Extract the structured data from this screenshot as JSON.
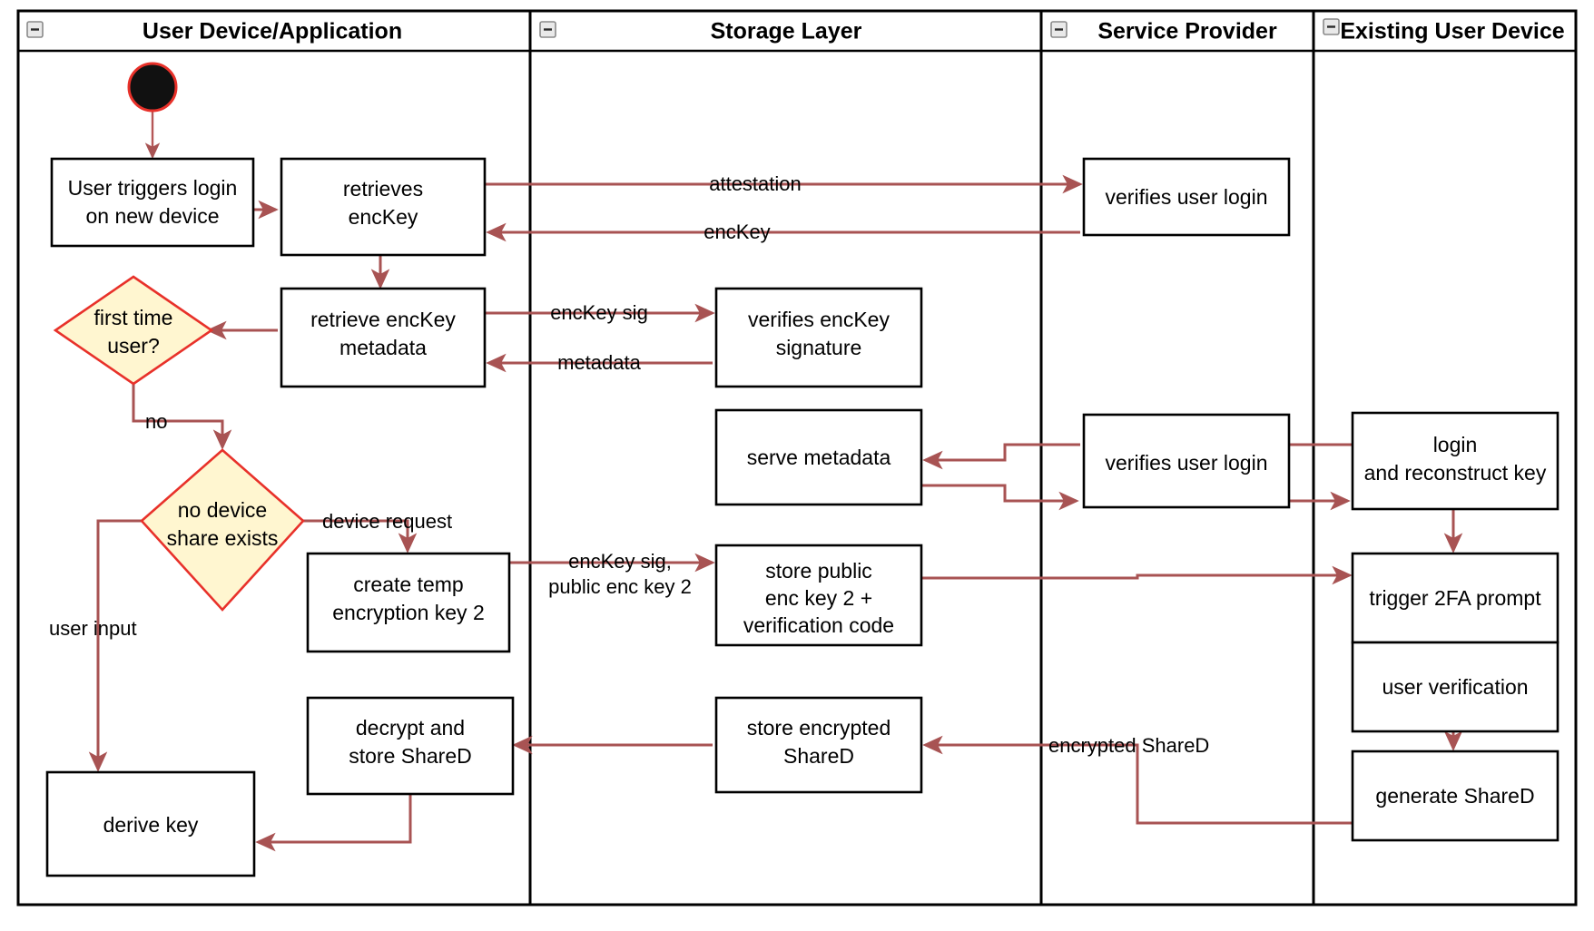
{
  "diagram": {
    "type": "uml-activity-swimlane",
    "title": "Login on new device key reconstruction flow",
    "colors": {
      "flow_arrow": "#a85353",
      "decision_fill": "#fff6d0",
      "decision_stroke": "#e8312a",
      "node_stroke": "#000000",
      "lane_stroke": "#000000",
      "background": "#ffffff",
      "start_node_fill": "#111111"
    },
    "lanes": [
      {
        "id": "lane-user-device",
        "label": "User Device/Application",
        "collapse_icon": "minus-collapse-icon"
      },
      {
        "id": "lane-storage",
        "label": "Storage Layer",
        "collapse_icon": "minus-collapse-icon"
      },
      {
        "id": "lane-service-provider",
        "label": "Service Provider",
        "collapse_icon": "minus-collapse-icon"
      },
      {
        "id": "lane-existing-device",
        "label": "Existing User Device",
        "collapse_icon": "minus-collapse-icon"
      }
    ],
    "start_node": {
      "id": "start",
      "shape": "initial-node",
      "lane": "lane-user-device"
    },
    "nodes": [
      {
        "id": "n-user-triggers-login",
        "lane": "lane-user-device",
        "shape": "action",
        "lines": [
          "User triggers login",
          "on new device"
        ]
      },
      {
        "id": "n-retrieves-enckey",
        "lane": "lane-user-device",
        "shape": "action",
        "lines": [
          "retrieves",
          "encKey"
        ]
      },
      {
        "id": "n-retrieve-enckey-metadata",
        "lane": "lane-user-device",
        "shape": "action",
        "lines": [
          "retrieve encKey",
          "metadata"
        ]
      },
      {
        "id": "n-first-time-user",
        "lane": "lane-user-device",
        "shape": "decision",
        "lines": [
          "first time",
          "user?"
        ]
      },
      {
        "id": "n-no-device-share-exists",
        "lane": "lane-user-device",
        "shape": "decision",
        "lines": [
          "no device",
          "share exists"
        ]
      },
      {
        "id": "n-create-temp-encryption-key-2",
        "lane": "lane-user-device",
        "shape": "action",
        "lines": [
          "create temp",
          "encryption key 2"
        ]
      },
      {
        "id": "n-decrypt-and-store-shared",
        "lane": "lane-user-device",
        "shape": "action",
        "lines": [
          "decrypt and",
          "store ShareD"
        ]
      },
      {
        "id": "n-derive-key",
        "lane": "lane-user-device",
        "shape": "action",
        "lines": [
          "derive key"
        ]
      },
      {
        "id": "n-verifies-enckey-signature",
        "lane": "lane-storage",
        "shape": "action",
        "lines": [
          "verifies encKey",
          "signature"
        ]
      },
      {
        "id": "n-serve-metadata",
        "lane": "lane-storage",
        "shape": "action",
        "lines": [
          "serve metadata"
        ]
      },
      {
        "id": "n-store-public-enc-key-2",
        "lane": "lane-storage",
        "shape": "action",
        "lines": [
          "store public",
          "enc key 2 +",
          "verification code"
        ]
      },
      {
        "id": "n-store-encrypted-shared",
        "lane": "lane-storage",
        "shape": "action",
        "lines": [
          "store encrypted",
          "ShareD"
        ]
      },
      {
        "id": "n-verifies-user-login-top",
        "lane": "lane-service-provider",
        "shape": "action",
        "lines": [
          "verifies user login"
        ]
      },
      {
        "id": "n-verifies-user-login-mid",
        "lane": "lane-service-provider",
        "shape": "action",
        "lines": [
          "verifies user login"
        ]
      },
      {
        "id": "n-login-and-reconstruct-key",
        "lane": "lane-existing-device",
        "shape": "action",
        "lines": [
          "login",
          "and reconstruct key"
        ]
      },
      {
        "id": "n-trigger-2fa-prompt",
        "lane": "lane-existing-device",
        "shape": "action",
        "lines": [
          "trigger 2FA prompt"
        ]
      },
      {
        "id": "n-user-verification",
        "lane": "lane-existing-device",
        "shape": "action",
        "lines": [
          "user verification"
        ]
      },
      {
        "id": "n-generate-shared",
        "lane": "lane-existing-device",
        "shape": "action",
        "lines": [
          "generate ShareD"
        ]
      }
    ],
    "edges": [
      {
        "id": "e-start-to-login",
        "from": "start",
        "to": "n-user-triggers-login",
        "label": ""
      },
      {
        "id": "e-login-to-retrieves",
        "from": "n-user-triggers-login",
        "to": "n-retrieves-enckey",
        "label": ""
      },
      {
        "id": "e-attestation",
        "from": "n-retrieves-enckey",
        "to": "n-verifies-user-login-top",
        "label": "attestation"
      },
      {
        "id": "e-enckey-back",
        "from": "n-verifies-user-login-top",
        "to": "n-retrieves-enckey",
        "label": "encKey"
      },
      {
        "id": "e-retrieves-to-metadata",
        "from": "n-retrieves-enckey",
        "to": "n-retrieve-enckey-metadata",
        "label": ""
      },
      {
        "id": "e-enckey-sig",
        "from": "n-retrieve-enckey-metadata",
        "to": "n-verifies-enckey-signature",
        "label": "encKey sig"
      },
      {
        "id": "e-metadata-back",
        "from": "n-verifies-enckey-signature",
        "to": "n-retrieve-enckey-metadata",
        "label": "metadata"
      },
      {
        "id": "e-metadata-to-firsttime",
        "from": "n-retrieve-enckey-metadata",
        "to": "n-first-time-user",
        "label": ""
      },
      {
        "id": "e-no-branch",
        "from": "n-first-time-user",
        "to": "n-no-device-share-exists",
        "label": "no"
      },
      {
        "id": "e-device-request",
        "from": "n-no-device-share-exists",
        "to": "n-create-temp-encryption-key-2",
        "label": "device request"
      },
      {
        "id": "e-user-input",
        "from": "n-no-device-share-exists",
        "to": "n-derive-key",
        "label": "user input"
      },
      {
        "id": "e-enckey-sig-public-enc-key-2",
        "from": "n-create-temp-encryption-key-2",
        "to": "n-store-public-enc-key-2",
        "label": "encKey sig,\npublic enc key 2",
        "label_lines": [
          "encKey sig,",
          "public enc key 2"
        ]
      },
      {
        "id": "e-store-public-to-trigger-2fa",
        "from": "n-store-public-enc-key-2",
        "to": "n-trigger-2fa-prompt",
        "label": ""
      },
      {
        "id": "e-existing-login-to-sp",
        "from": "n-login-and-reconstruct-key",
        "to": "n-verifies-user-login-mid",
        "label": ""
      },
      {
        "id": "e-sp-to-serve-metadata",
        "from": "n-verifies-user-login-mid",
        "to": "n-serve-metadata",
        "label": ""
      },
      {
        "id": "e-serve-metadata-to-sp",
        "from": "n-serve-metadata",
        "to": "n-verifies-user-login-mid",
        "label": ""
      },
      {
        "id": "e-sp-to-existing-login",
        "from": "n-verifies-user-login-mid",
        "to": "n-login-and-reconstruct-key",
        "label": ""
      },
      {
        "id": "e-login-to-2fa",
        "from": "n-login-and-reconstruct-key",
        "to": "n-trigger-2fa-prompt",
        "label": ""
      },
      {
        "id": "e-2fa-to-userverif",
        "from": "n-trigger-2fa-prompt",
        "to": "n-user-verification",
        "label": ""
      },
      {
        "id": "e-userverif-to-generate",
        "from": "n-user-verification",
        "to": "n-generate-shared",
        "label": ""
      },
      {
        "id": "e-encrypted-shared",
        "from": "n-generate-shared",
        "to": "n-store-encrypted-shared",
        "label": "encrypted ShareD"
      },
      {
        "id": "e-store-enc-to-decrypt",
        "from": "n-store-encrypted-shared",
        "to": "n-decrypt-and-store-shared",
        "label": ""
      },
      {
        "id": "e-decrypt-to-derive",
        "from": "n-decrypt-and-store-shared",
        "to": "n-derive-key",
        "label": ""
      }
    ],
    "edge_labels": {
      "attestation": "attestation",
      "enckey": "encKey",
      "enckey_sig": "encKey sig",
      "metadata": "metadata",
      "no": "no",
      "device_request": "device request",
      "user_input": "user input",
      "enckey_sig_pub_line1": "encKey sig,",
      "enckey_sig_pub_line2": "public enc key 2",
      "encrypted_shared": "encrypted ShareD"
    }
  }
}
